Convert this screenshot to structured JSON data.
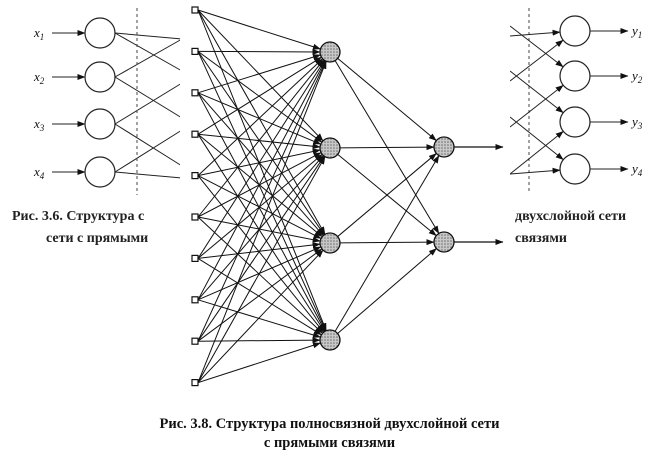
{
  "figure_main": {
    "caption_line1": "Рис. 3.8.  Структура полносвязной двухслойной сети",
    "caption_line2": "с прямыми связями"
  },
  "figure_behind_left": {
    "caption_line1": "Рис. 3.6.  Структура с",
    "caption_line2": "сети с прямыми",
    "inputs": [
      "x",
      "x",
      "x",
      "x"
    ],
    "input_subscripts": [
      "1",
      "2",
      "3",
      "4"
    ]
  },
  "figure_behind_right": {
    "caption_line1": "двухслойной сети",
    "caption_line2": "связями",
    "outputs": [
      "y",
      "y",
      "y",
      "y"
    ],
    "output_subscripts": [
      "1",
      "2",
      "3",
      "4"
    ]
  },
  "network": {
    "input_nodes": 10,
    "hidden_neurons": 4,
    "output_neurons": 2,
    "colors": {
      "line": "#111111",
      "neuron_fill": "#b8b8b8",
      "background": "#ffffff"
    }
  }
}
